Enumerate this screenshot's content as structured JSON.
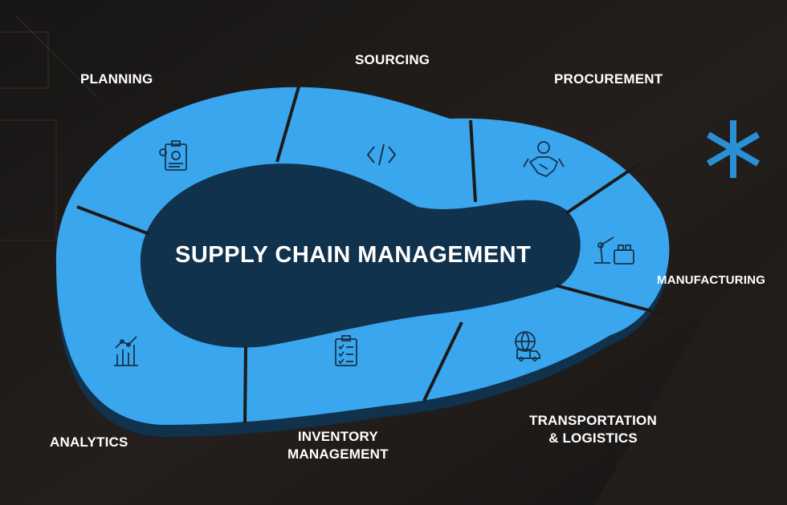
{
  "title": "SUPPLY CHAIN MANAGEMENT",
  "stages": [
    {
      "id": "planning",
      "lines": [
        "PLANNING"
      ],
      "icon": "planning-clipboard-gear-icon"
    },
    {
      "id": "sourcing",
      "lines": [
        "SOURCING"
      ],
      "icon": "code-brackets-icon"
    },
    {
      "id": "procurement",
      "lines": [
        "PROCUREMENT"
      ],
      "icon": "handshake-dollar-icon"
    },
    {
      "id": "manufacturing",
      "lines": [
        "MANUFACTURING"
      ],
      "icon": "robot-arm-factory-icon"
    },
    {
      "id": "transportation",
      "lines": [
        "TRANSPORTATION",
        "& LOGISTICS"
      ],
      "icon": "globe-truck-icon"
    },
    {
      "id": "inventory",
      "lines": [
        "INVENTORY",
        "MANAGEMENT"
      ],
      "icon": "checklist-clipboard-icon"
    },
    {
      "id": "analytics",
      "lines": [
        "ANALYTICS"
      ],
      "icon": "bar-chart-line-icon"
    }
  ],
  "colors": {
    "background": "#1c1a19",
    "band": "#3aa6ee",
    "band_dark": "#1f6fae",
    "accent_asterisk": "#2b8fd6",
    "text": "#ffffff",
    "icon_stroke": "#16324a"
  },
  "decor": {
    "asterisk_icon": "asterisk-icon"
  }
}
